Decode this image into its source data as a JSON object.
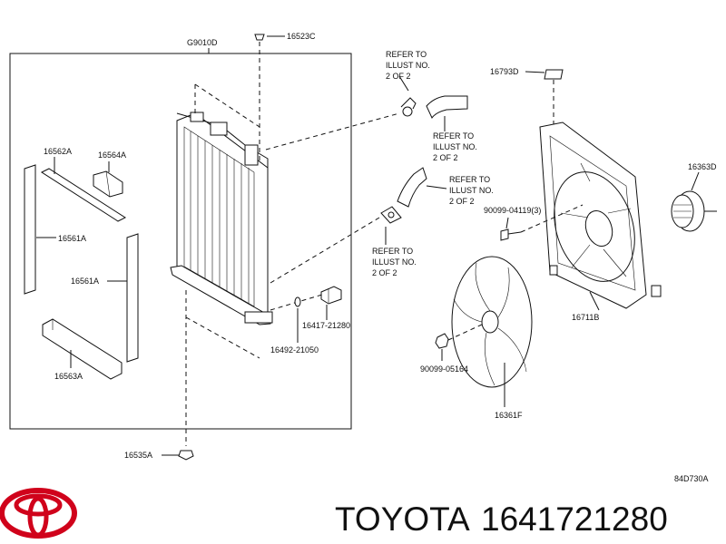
{
  "labels": {
    "assy": "G9010D",
    "cap_top": "16523C",
    "seal_top": "16562A",
    "cushion": "16564A",
    "seal_left": "16561A",
    "seal_mid": "16561A",
    "seal_bottom": "16563A",
    "cap_bottom": "16535A",
    "plug": "16417-21280",
    "gasket": "16492-21050",
    "label_plate": "16793D",
    "motor": "16363D",
    "screw": "90099-04119(3)",
    "shroud": "16711B",
    "nut": "90099-05164",
    "fan": "16361F",
    "figure_code": "84D730A"
  },
  "refer": {
    "ref1": [
      "REFER TO",
      "ILLUST NO.",
      "2 OF 2"
    ],
    "ref2": [
      "REFER TO",
      "ILLUST NO.",
      "2 OF 2"
    ],
    "ref3": [
      "REFER TO",
      "ILLUST NO.",
      "2 OF 2"
    ],
    "ref4": [
      "REFER TO",
      "ILLUST NO.",
      "2 OF 2"
    ]
  },
  "caption": {
    "brand": "TOYOTA",
    "part_number": "1641721280"
  },
  "brand_color": "#d0021b",
  "icons": [
    "toyota-logo-icon"
  ]
}
